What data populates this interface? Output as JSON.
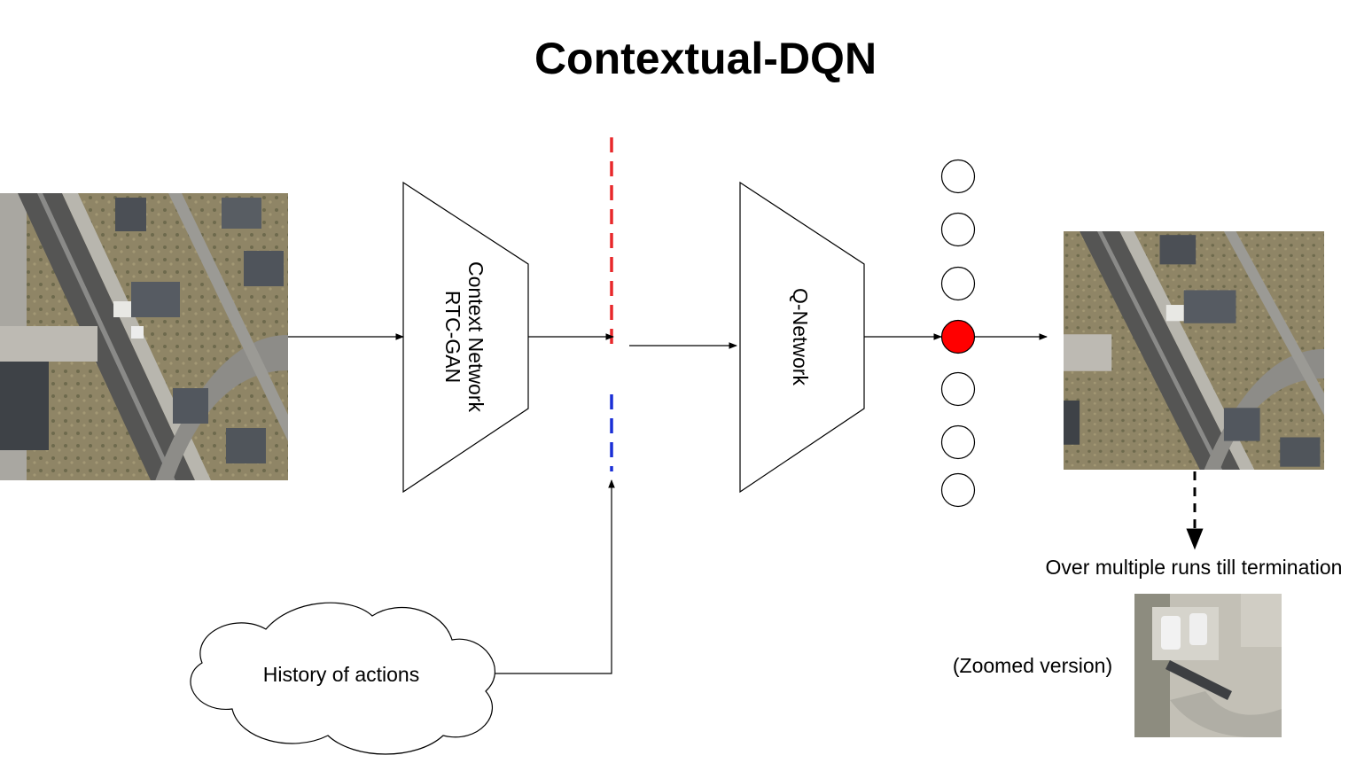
{
  "title": "Contextual-DQN",
  "context_network": {
    "line1": "Context Network",
    "line2": "RTC-GAN"
  },
  "q_network": {
    "label": "Q-Network"
  },
  "history": {
    "label": "History of actions"
  },
  "repeat_note": "Over multiple runs till termination",
  "zoomed_note": "(Zoomed version)",
  "output_nodes": {
    "count": 7,
    "selected_index": 3
  },
  "colors": {
    "selected_node": "#ff0000",
    "dashed_top": "#e8282b",
    "dashed_bottom": "#1a2fd6",
    "stroke": "#000000"
  },
  "icons": {
    "input_image": "aerial-image-icon",
    "output_image": "aerial-image-icon",
    "zoomed_image": "aerial-zoom-icon",
    "history_shape": "cloud-shape"
  }
}
